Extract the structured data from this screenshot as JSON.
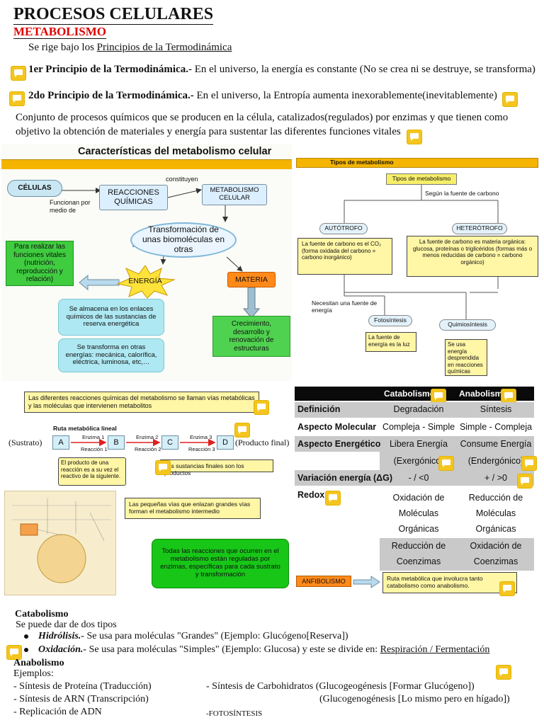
{
  "header": {
    "title": "PROCESOS CELULARES",
    "subtitle": "METABOLISMO",
    "rule_prefix": "Se rige bajo los ",
    "rule_link": "Principios de la Termodinámica",
    "p1_bold": "1er Principio de la Termodinámica.-",
    "p1_text": " En el universo, la energía es constante (No se crea ni se destruye, se transforma)",
    "p2_bold": "2do Principio de la Termodinámica.-",
    "p2_text": " En el universo, la Entropía aumenta inexorablemente(inevitablemente)",
    "def_line1": "Conjunto de procesos químicos que se producen en la célula, catalizados(regulados) por enzimas y que tienen como",
    "def_line2": "objetivo la obtención de materiales y energía para sustentar las diferentes funciones vitales"
  },
  "diagram1": {
    "title": "Características del metabolismo celular",
    "celulas": "CÉLULAS",
    "funcionan": "Funcionan por medio de",
    "reacciones": "REACCIONES QUÍMICAS",
    "constituyen": "constituyen",
    "metabolismo": "METABOLISMO CELULAR",
    "transformacion": "Transformación de unas biomoléculas en otras",
    "funciones": "Para realizar las funciones vitales (nutrición, reproducción y relación)",
    "energia": "ENERGÍA",
    "materia": "MATERIA",
    "almacena": "Se almacena en los enlaces químicos de las sustancias de reserva energética",
    "transforma": "Se transforma en otras energías: mecánica, calorífica, eléctrica, luminosa, etc,…",
    "crecimiento": "Crecimiento, desarrollo y renovación de estructuras"
  },
  "diagram2": {
    "title": "Tipos de metabolismo",
    "tipos": "Tipos de metabolismo",
    "segun": "Según la fuente de carbono",
    "autotrofo": "AUTÓTROFO",
    "heterotrofo": "HETERÓTROFO",
    "auto_desc": "La fuente de carbono es el CO₂ (forma oxidada del carbono = carbono inorgánico)",
    "hetero_desc": "La fuente de carbono es materia orgánica: glucosa, proteínas o triglicéridos (formas más o menos reducidas de carbono = carbono orgánico)",
    "necesitan": "Necesitan una fuente de energía",
    "fotosintesis": "Fotosíntesis",
    "quimiosintesis": "Quimiosíntesis",
    "luz": "La fuente de energía es la luz",
    "quimica": "Se usa energía desprendida en reacciones químicas"
  },
  "diagram3": {
    "banner": "Las diferentes reacciones químicas del metabolismo se llaman vías metabólicas y las moléculas que intervienen metabolitos",
    "ruta": "Ruta metabólica lineal",
    "sustrato": "(Sustrato)",
    "producto": "(Producto final)",
    "nodes": [
      "A",
      "B",
      "C",
      "D"
    ],
    "enz": [
      "Enzima 1",
      "Enzima 2",
      "Enzima 3"
    ],
    "reac": [
      "Reacción 1",
      "Reacción 2",
      "Reacción 3"
    ],
    "producto_desc": "El producto de una reacción es a su vez el reactivo de la siguiente.",
    "finales": "Las sustancias finales son los productos",
    "pequenas": "Las pequeñas vías que enlazan grandes vías forman el metabolismo intermedio",
    "todas": "Todas las reacciones que ocurren en el metabolismo están reguladas por enzimas, específicas para cada sustrato y transformación"
  },
  "table": {
    "h_catabolismo": "Catabolismo",
    "h_anabolismo": "Anabolismo",
    "rows": [
      {
        "label": "Definición",
        "c": "Degradación",
        "a": "Síntesis"
      },
      {
        "label": "Aspecto Molecular",
        "c": "Compleja - Simple",
        "a": "Simple - Compleja"
      },
      {
        "label": "Aspecto Energético",
        "c": "Libera Energía",
        "a": "Consume Energía"
      },
      {
        "label": "",
        "c": "(Exergónico)",
        "a": "(Endergónico)"
      },
      {
        "label": "Variación energía (ΔG)",
        "c": "- / <0",
        "a": "+ / >0"
      },
      {
        "label": "Redox",
        "c": "Oxidación de Moléculas Orgánicas",
        "a": "Reducción de Moléculas Orgánicas"
      },
      {
        "label": "",
        "c": "Reducción de Coenzimas",
        "a": "Oxidación de Coenzimas"
      }
    ],
    "anfibolismo": "ANFIBOLISMO",
    "anfi_desc": "Ruta metabólica que involucra tanto catabolismo como anabolismo."
  },
  "bottom": {
    "catabolismo": "Catabolismo",
    "dos_tipos": "Se puede dar de dos tipos",
    "hidrolisis": "Hidrólisis.-",
    "hidrolisis_text": " Se usa para moléculas \"Grandes\" (Ejemplo: Glucógeno[Reserva])",
    "oxidacion": "Oxidación.-",
    "oxidacion_text": " Se usa para moléculas \"Simples\" (Ejemplo: Glucosa) y este se divide en: ",
    "oxidacion_link": "Respiración / Fermentación",
    "anabolismo": "Anabolismo",
    "ejemplos": "Ejemplos:",
    "e1": "- Síntesis de Proteína (Traducción)",
    "e2": "- Síntesis de ARN (Transcripción)",
    "e3": "- Replicación de ADN",
    "e4": "- Síntesis de Carbohidratos (Glucogeogénesis [Formar Glucógeno])",
    "e5": "(Glucogenogénesis [Lo mismo pero en hígado])",
    "e6": "-FOTOSÍNTESIS"
  }
}
